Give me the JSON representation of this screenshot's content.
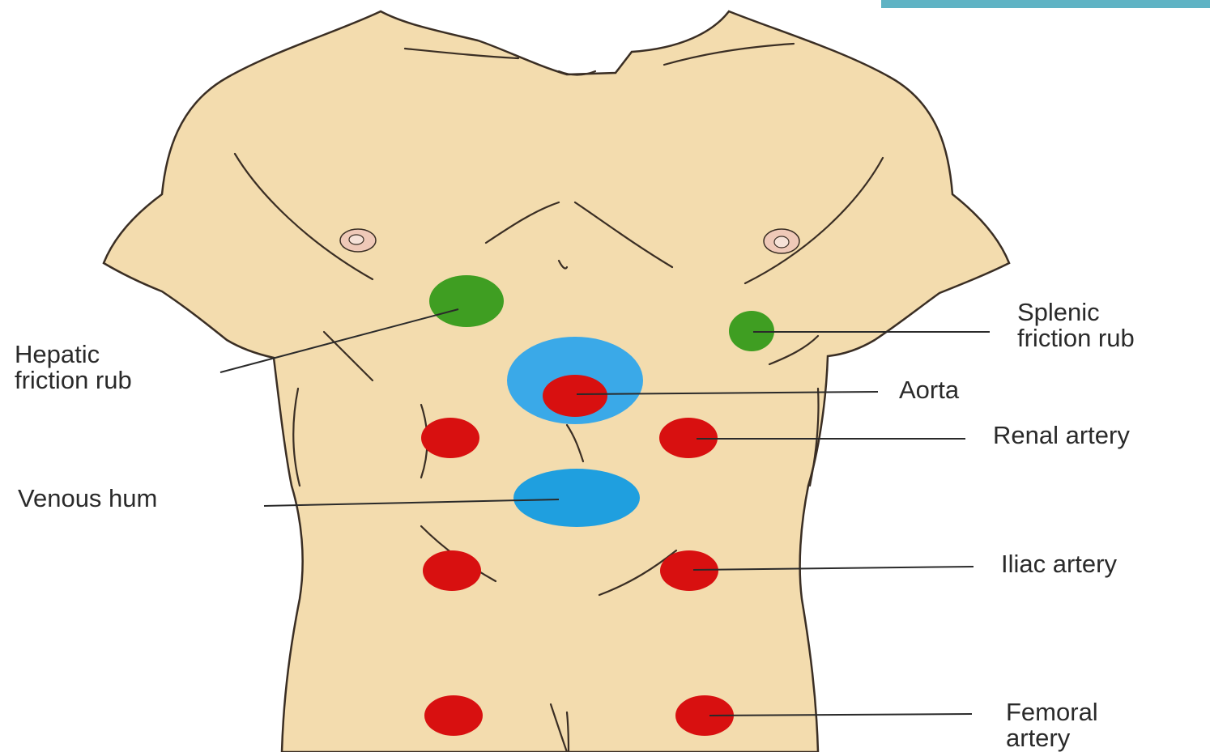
{
  "colors": {
    "skin": "#f3dcae",
    "outline": "#3a2e24",
    "blue": "#1f9fdf",
    "blue_ring": "#3aa9e8",
    "red": "#d81010",
    "green": "#3f9e22",
    "accent": "#5fb3c4",
    "leader": "#2a2a2a"
  },
  "labels": {
    "hepatic_1": "Hepatic",
    "hepatic_2": "friction rub",
    "splenic_1": "Splenic",
    "splenic_2": "friction rub",
    "aorta": "Aorta",
    "renal": "Renal artery",
    "venous": "Venous hum",
    "iliac": "Iliac artery",
    "femoral_1": "Femoral",
    "femoral_2": "artery"
  }
}
